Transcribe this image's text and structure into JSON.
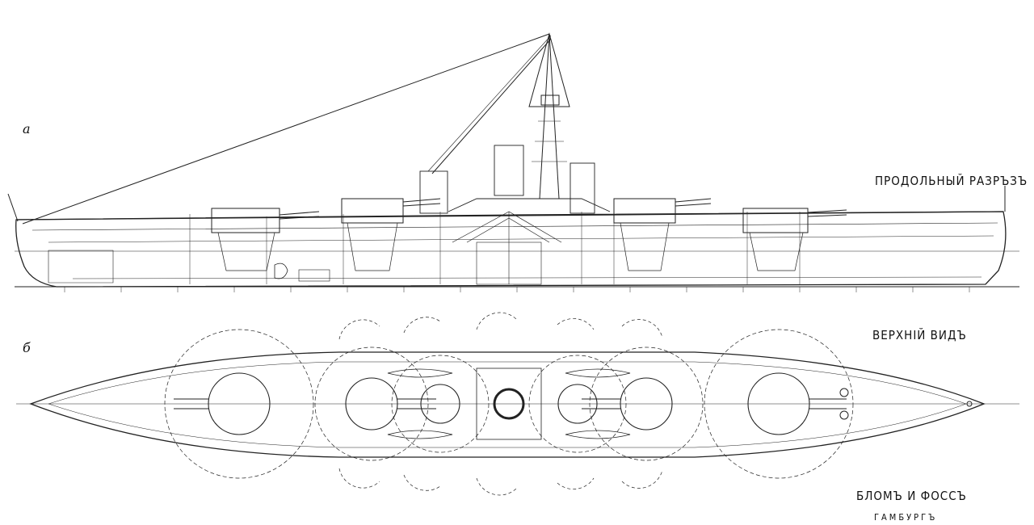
{
  "panels": {
    "a": {
      "letter": "а",
      "title": "ПРОДОЛЬНЫЙ РАЗРЪЗЪ"
    },
    "b": {
      "letter": "б",
      "title": "ВЕРХНІЙ ВИДЪ"
    }
  },
  "builder": {
    "name": "БЛОМЪ И ФОССЪ",
    "city": "ГАМБУРГЪ"
  }
}
